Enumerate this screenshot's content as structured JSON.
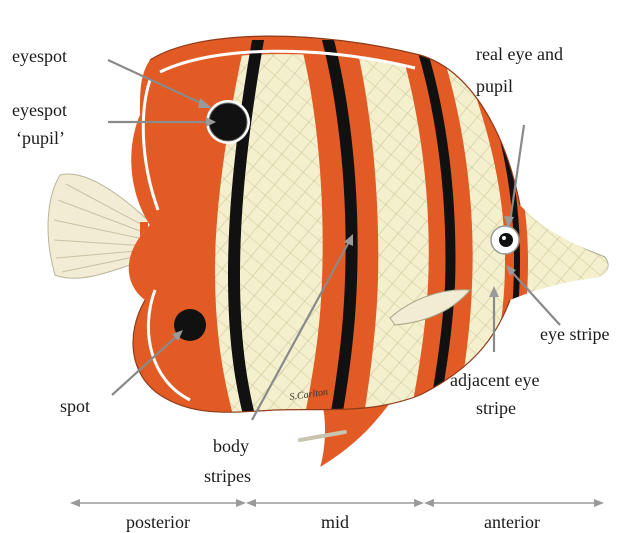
{
  "labels": {
    "eyespot": "eyespot",
    "eyespot_pupil_line1": "eyespot",
    "eyespot_pupil_line2": "‘pupil’",
    "real_eye_line1": "real eye and",
    "real_eye_line2": "pupil",
    "eye_stripe": "eye stripe",
    "adjacent_eye_stripe_line1": "adjacent eye",
    "adjacent_eye_stripe_line2": "stripe",
    "spot": "spot",
    "body_stripes_line1": "body",
    "body_stripes_line2": "stripes",
    "signature": "S.Carlton"
  },
  "regions": {
    "posterior": "posterior",
    "mid": "mid",
    "anterior": "anterior"
  },
  "colors": {
    "orange": "#e25a24",
    "cream": "#f4f0cd",
    "black": "#111111",
    "white_edge": "#ffffff",
    "fin": "#f1ecd3",
    "pointer": "#8a8a8a"
  }
}
